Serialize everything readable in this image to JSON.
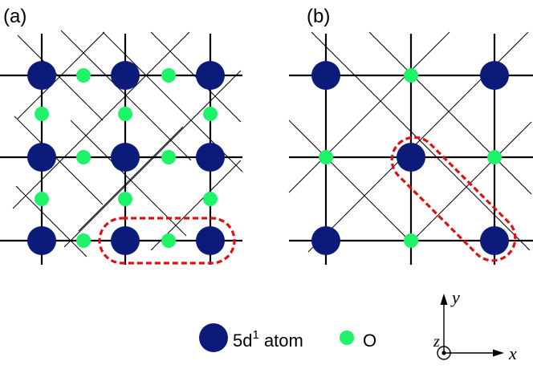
{
  "panels": [
    {
      "label": "(a)"
    },
    {
      "label": "(b)"
    }
  ],
  "legend": {
    "atom_label_base": "5d",
    "atom_label_sup": "1",
    "atom_label_rest": " atom",
    "oxygen_label": "O"
  },
  "axes": {
    "x_label": "x",
    "y_label": "y",
    "z_label": "z"
  },
  "colors": {
    "atom": "#0c1a7a",
    "oxygen": "#1ff36a",
    "highlight": "#e01010",
    "line": "#000000"
  }
}
